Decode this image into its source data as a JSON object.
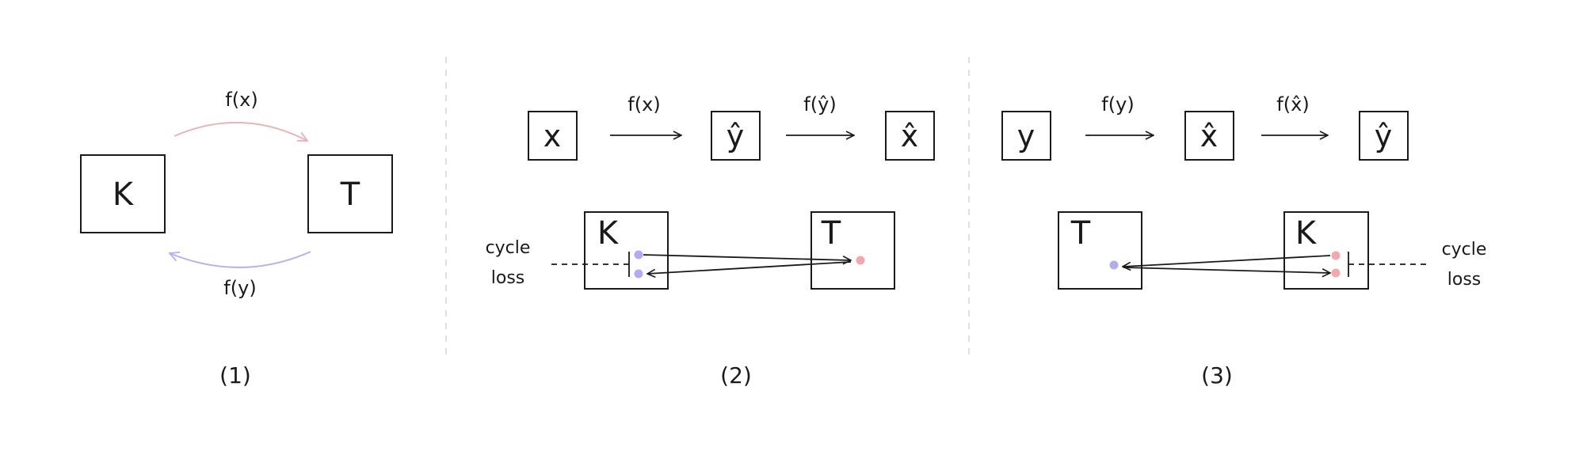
{
  "panel1": {
    "left_label": "K",
    "right_label": "T",
    "top_arrow_label": "f(x)",
    "bottom_arrow_label": "f(y)",
    "caption": "(1)",
    "top_arrow_color": "#ebb3b8",
    "bottom_arrow_color": "#b5b2ec"
  },
  "panel2": {
    "chain": [
      {
        "label": "x"
      },
      {
        "arrow": "f(x)"
      },
      {
        "label": "ŷ"
      },
      {
        "arrow": "f(ŷ)"
      },
      {
        "label": "x̂"
      }
    ],
    "box_left": "K",
    "box_right": "T",
    "cycle_word1": "cycle",
    "cycle_word2": "loss",
    "caption": "(2)",
    "left_dot_color": "#b1acee",
    "right_dot_color": "#f1a9ab"
  },
  "panel3": {
    "chain": [
      {
        "label": "y"
      },
      {
        "arrow": "f(y)"
      },
      {
        "label": "x̂"
      },
      {
        "arrow": "f(x̂)"
      },
      {
        "label": "ŷ"
      }
    ],
    "box_left": "T",
    "box_right": "K",
    "cycle_word1": "cycle",
    "cycle_word2": "loss",
    "caption": "(3)",
    "left_dot_color": "#b1acee",
    "right_dot_color": "#f1a9ab"
  }
}
